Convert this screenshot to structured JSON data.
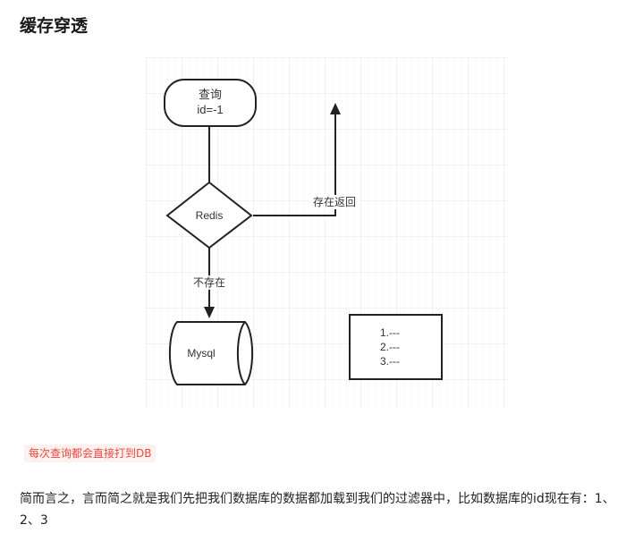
{
  "page": {
    "heading": "缓存穿透",
    "note": "每次查询都会直接打到DB",
    "paragraph": "简而言之，言而简之就是我们先把我们数据库的数据都加载到我们的过滤器中，比如数据库的id现在有：1、2、3"
  },
  "diagram": {
    "query_line1": "查询",
    "query_line2": "id=-1",
    "redis": "Redis",
    "exists_return": "存在返回",
    "not_exists": "不存在",
    "mysql": "Mysql",
    "list": [
      "1.---",
      "2.---",
      "3.---"
    ]
  },
  "colors": {
    "note_text": "#e8483f",
    "note_bg": "#fdf1f0",
    "grid": "#e4e4e4",
    "stroke": "#222222"
  }
}
